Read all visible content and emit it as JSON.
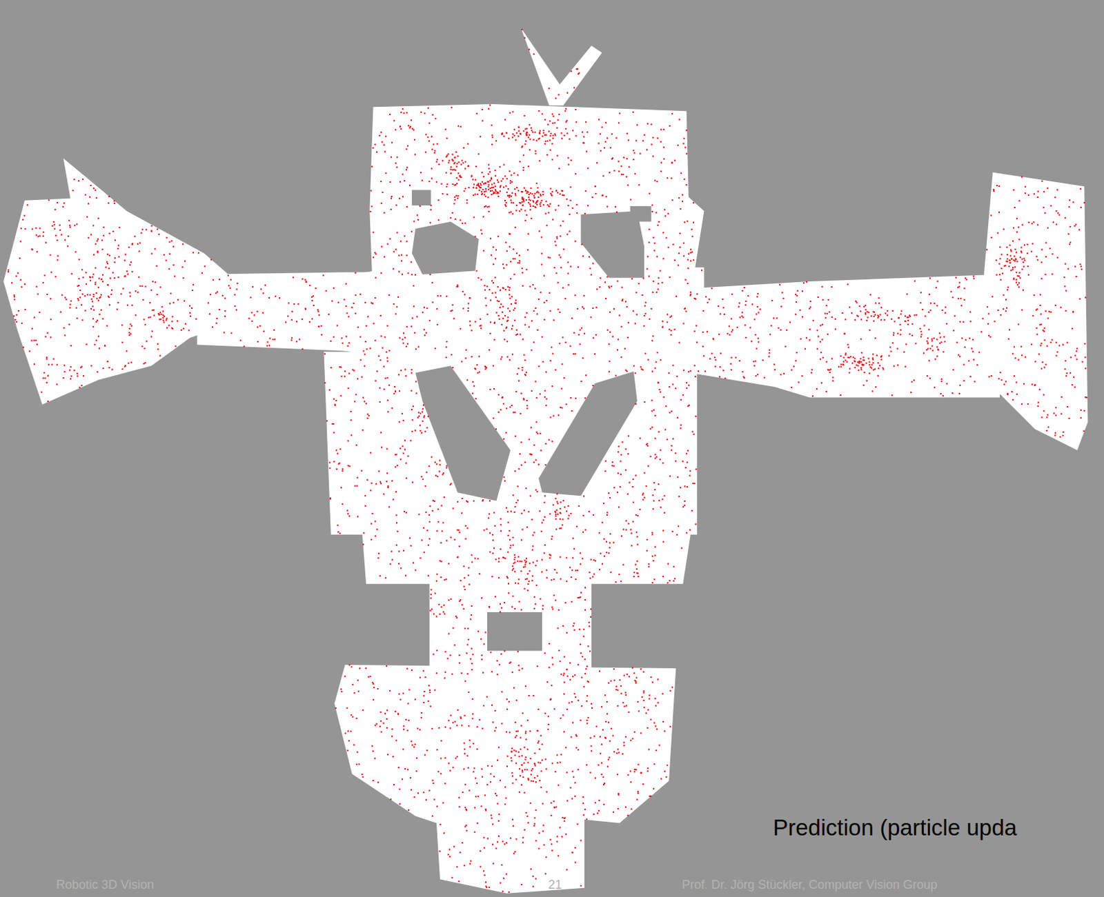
{
  "diagram": {
    "labels": [
      "Prediction (particle upda",
      "Robotic 3D Vision",
      "21",
      "Prof. Dr. Jörg Stückler, Computer Vision Group"
    ]
  }
}
